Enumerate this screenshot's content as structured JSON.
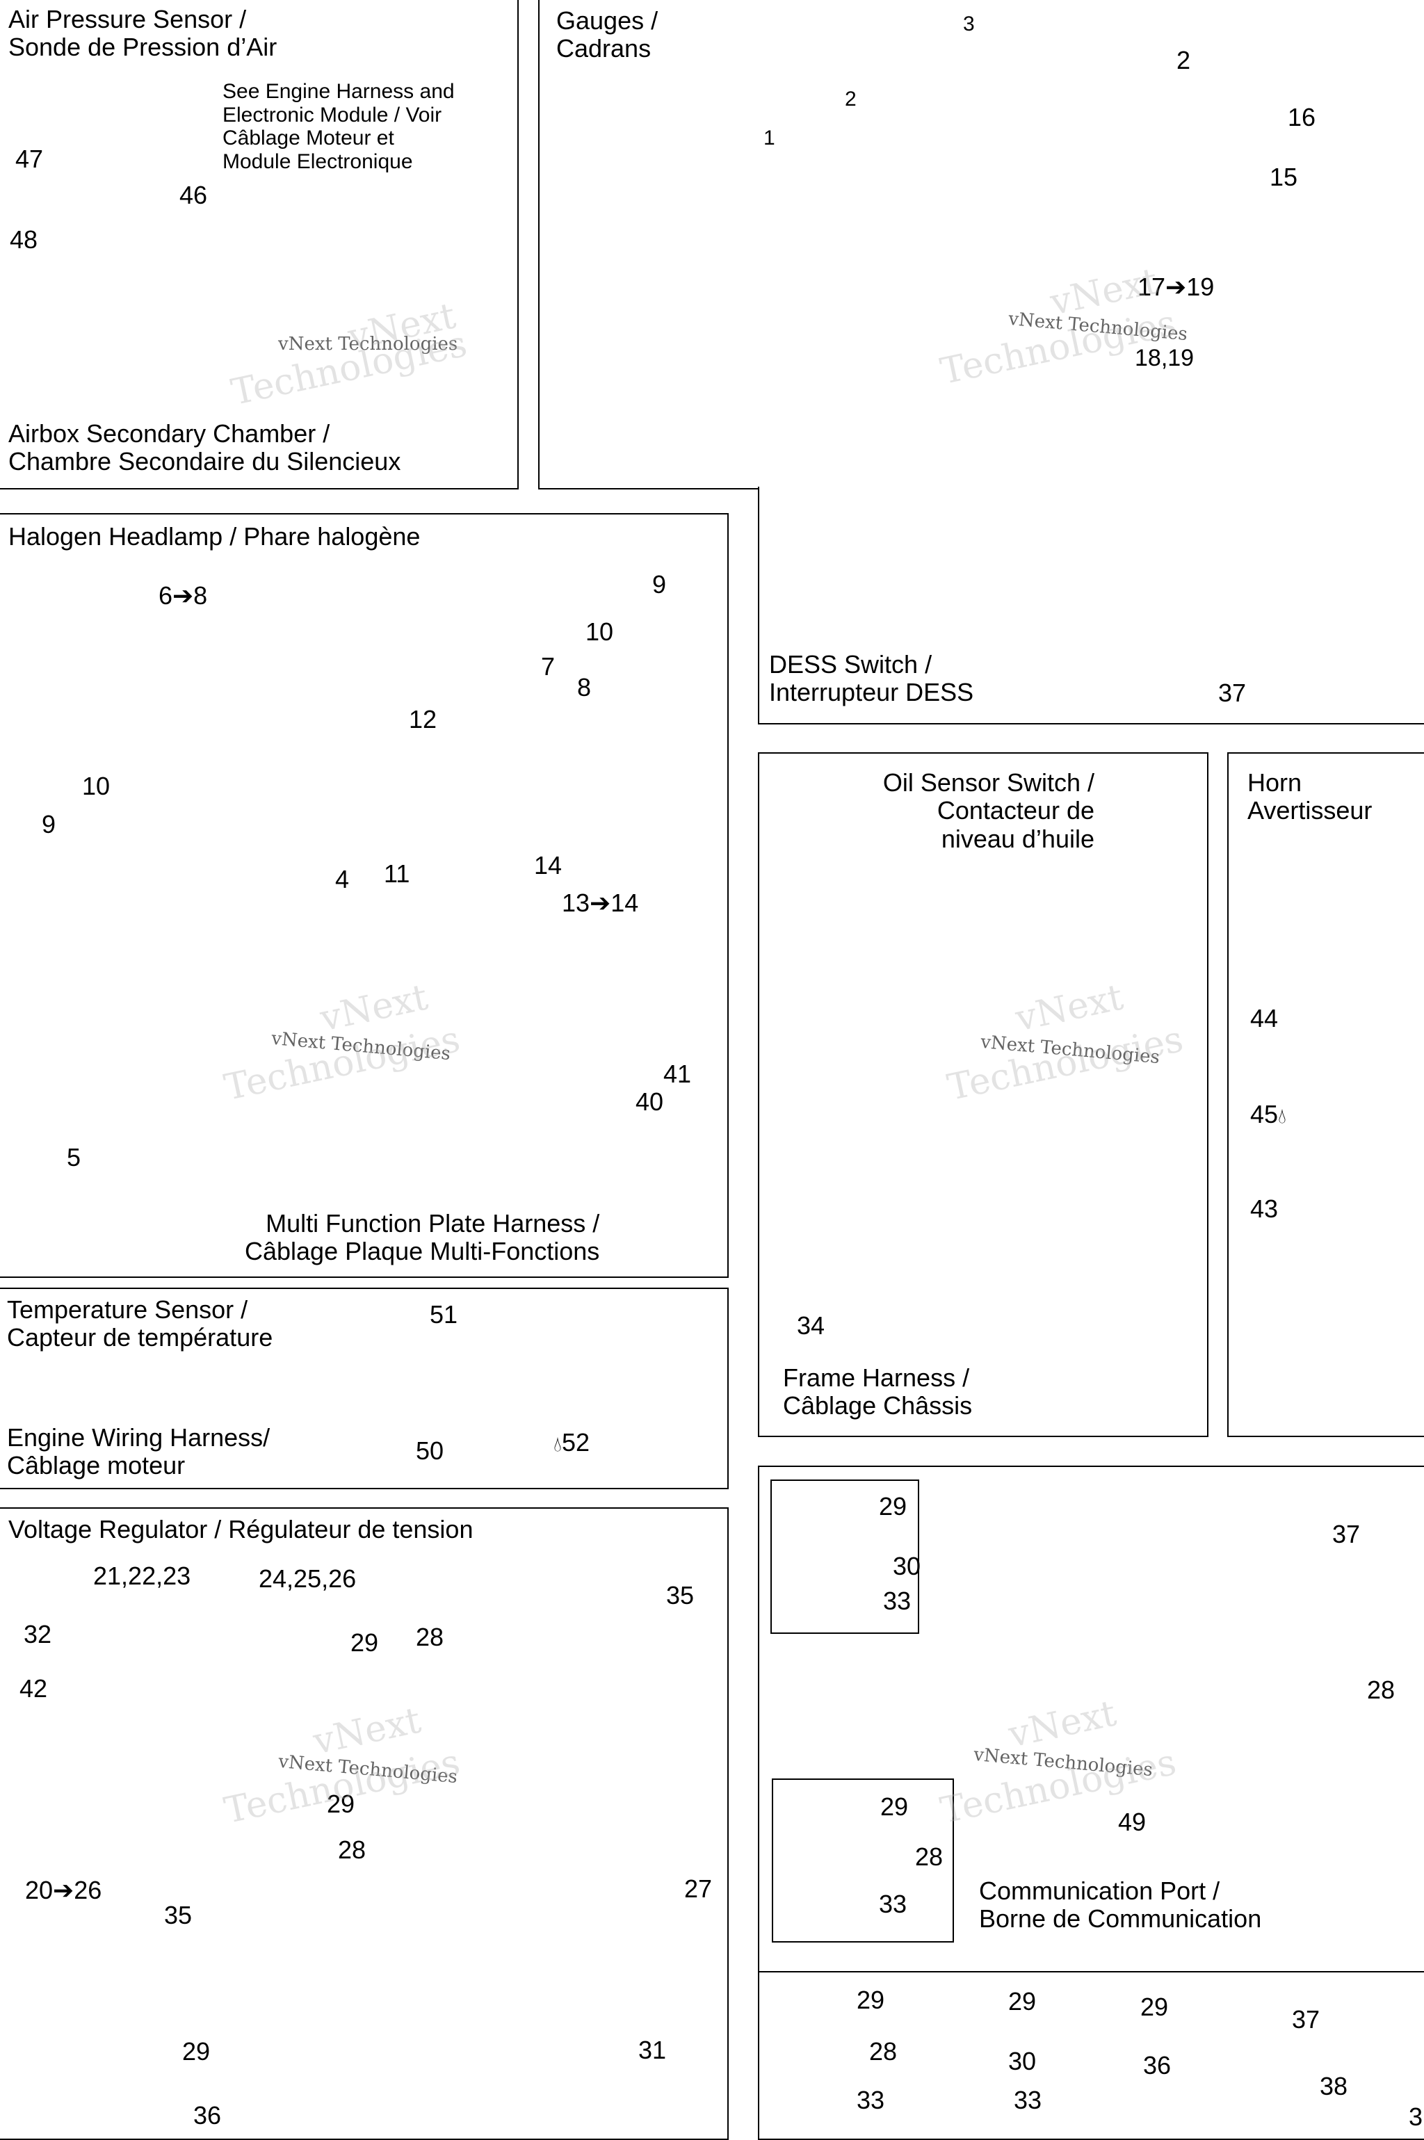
{
  "panels": {
    "air_pressure": {
      "title_1": "Air Pressure Sensor /",
      "title_2": "Sonde de Pression d’Air",
      "note_1": "See Engine Harness and",
      "note_2": "Electronic Module / Voir",
      "note_3": "Câblage Moteur et",
      "note_4": "Module Electronique",
      "caption_1": "Airbox Secondary Chamber /",
      "caption_2": "Chambre Secondaire du Silencieux",
      "labels": [
        "47",
        "46",
        "48"
      ]
    },
    "gauges": {
      "title_1": "Gauges /",
      "title_2": "Cadrans",
      "labels": [
        "3",
        "2",
        "2",
        "1",
        "16",
        "15",
        "17➔19",
        "18,19",
        "37"
      ],
      "dess_1": "DESS Switch /",
      "dess_2": "Interrupteur DESS"
    },
    "headlamp": {
      "title": "Halogen Headlamp / Phare halogène",
      "labels": [
        "6➔8",
        "9",
        "10",
        "7",
        "8",
        "12",
        "10",
        "9",
        "11",
        "14",
        "13➔14",
        "4",
        "41",
        "40",
        "5"
      ],
      "caption_1": "Multi Function Plate Harness /",
      "caption_2": "Câblage Plaque Multi-Fonctions"
    },
    "oil_sensor": {
      "title_1": "Oil Sensor Switch /",
      "title_2": "Contacteur de",
      "title_3": "niveau d’huile",
      "labels": [
        "34"
      ],
      "caption_1": "Frame Harness /",
      "caption_2": "Câblage Châssis"
    },
    "horn": {
      "title_1": "Horn",
      "title_2": "Avertisseur",
      "labels": [
        "44",
        "45",
        "43"
      ]
    },
    "temperature": {
      "title_1": "Temperature Sensor /",
      "title_2": "Capteur de température",
      "labels": [
        "51",
        "50",
        "52"
      ],
      "caption_1": "Engine Wiring Harness/",
      "caption_2": "Câblage moteur"
    },
    "voltage": {
      "title": "Voltage Regulator / Régulateur de tension",
      "labels": [
        "21,22,23",
        "24,25,26",
        "35",
        "32",
        "42",
        "29",
        "28",
        "29",
        "28",
        "20➔26",
        "35",
        "27",
        "29",
        "31",
        "36"
      ]
    },
    "comm_port": {
      "labels": [
        "29",
        "30",
        "33",
        "37",
        "28",
        "29",
        "28",
        "33",
        "49"
      ],
      "caption_1": "Communication Port /",
      "caption_2": "Borne de Communication"
    },
    "fasteners": {
      "labels": [
        "29",
        "29",
        "29",
        "37",
        "28",
        "30",
        "36",
        "33",
        "33",
        "38",
        "3"
      ]
    }
  },
  "watermark": {
    "small": "vNext Technologies",
    "big_1": "vNext",
    "big_2": "Technologies"
  },
  "icons": [
    "oil-drop-icon",
    "arrow-right-icon"
  ]
}
